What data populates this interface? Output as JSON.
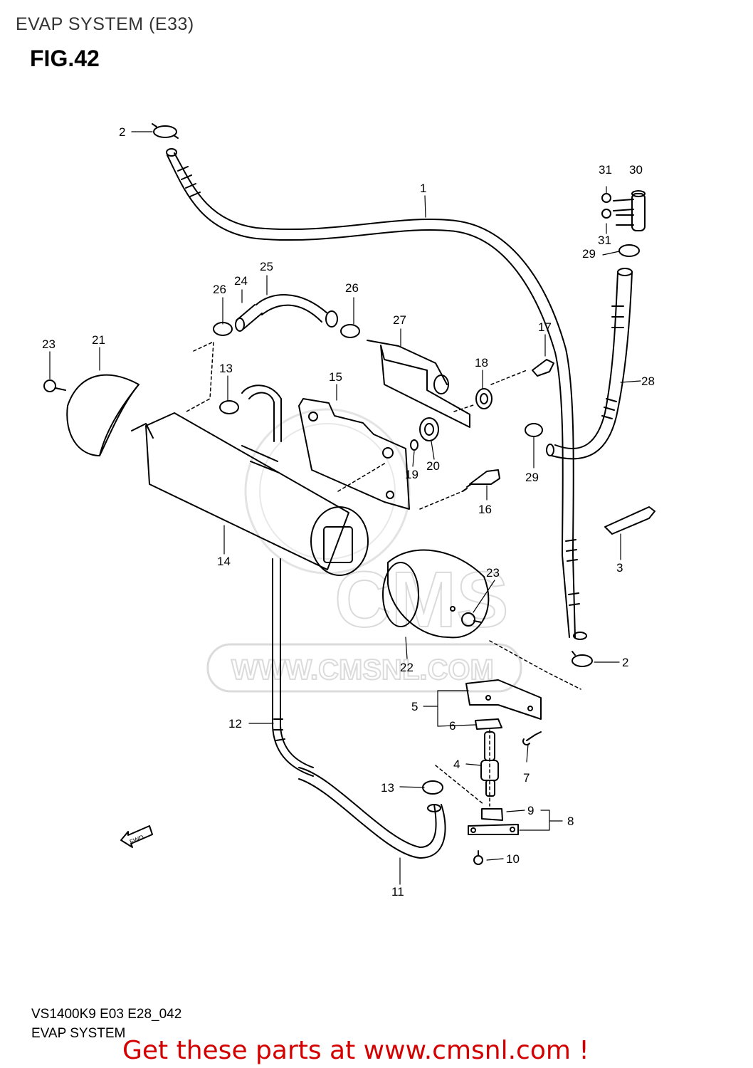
{
  "header": {
    "title": "EVAP SYSTEM (E33)",
    "figure": "FIG.42"
  },
  "footer": {
    "model_code": "VS1400K9 E03 E28_042",
    "name": "EVAP SYSTEM",
    "promo": "Get these parts at www.cmsnl.com !"
  },
  "watermark": {
    "brand": "CMS",
    "url": "WWW.CMSNL.COM"
  },
  "direction_arrow": "FWD",
  "callouts": {
    "c1": "1",
    "c2a": "2",
    "c2b": "2",
    "c3": "3",
    "c4": "4",
    "c5": "5",
    "c6": "6",
    "c7": "7",
    "c8": "8",
    "c9": "9",
    "c10": "10",
    "c11": "11",
    "c12": "12",
    "c13a": "13",
    "c13b": "13",
    "c14": "14",
    "c15": "15",
    "c16": "16",
    "c17": "17",
    "c18": "18",
    "c19": "19",
    "c20": "20",
    "c21": "21",
    "c22": "22",
    "c23a": "23",
    "c23b": "23",
    "c24": "24",
    "c25": "25",
    "c26a": "26",
    "c26b": "26",
    "c27": "27",
    "c28": "28",
    "c29a": "29",
    "c29b": "29",
    "c30": "30",
    "c31a": "31",
    "c31b": "31"
  }
}
